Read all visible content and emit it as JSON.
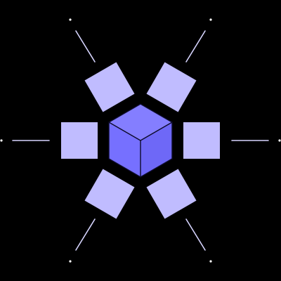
{
  "illustration": {
    "icon": "cube-with-radiating-squares",
    "colors": {
      "background": "#000000",
      "cube_front_left": "#7670FF",
      "cube_front_right": "#6E68F7",
      "cube_top": "#847EFF",
      "cube_outline": "#0D0B2A",
      "satellite_square": "#C0BCFF",
      "ray_line": "#D7D5FF",
      "ray_dot": "#FFFFFF"
    },
    "satellite_count": 6,
    "ray_count": 6
  }
}
